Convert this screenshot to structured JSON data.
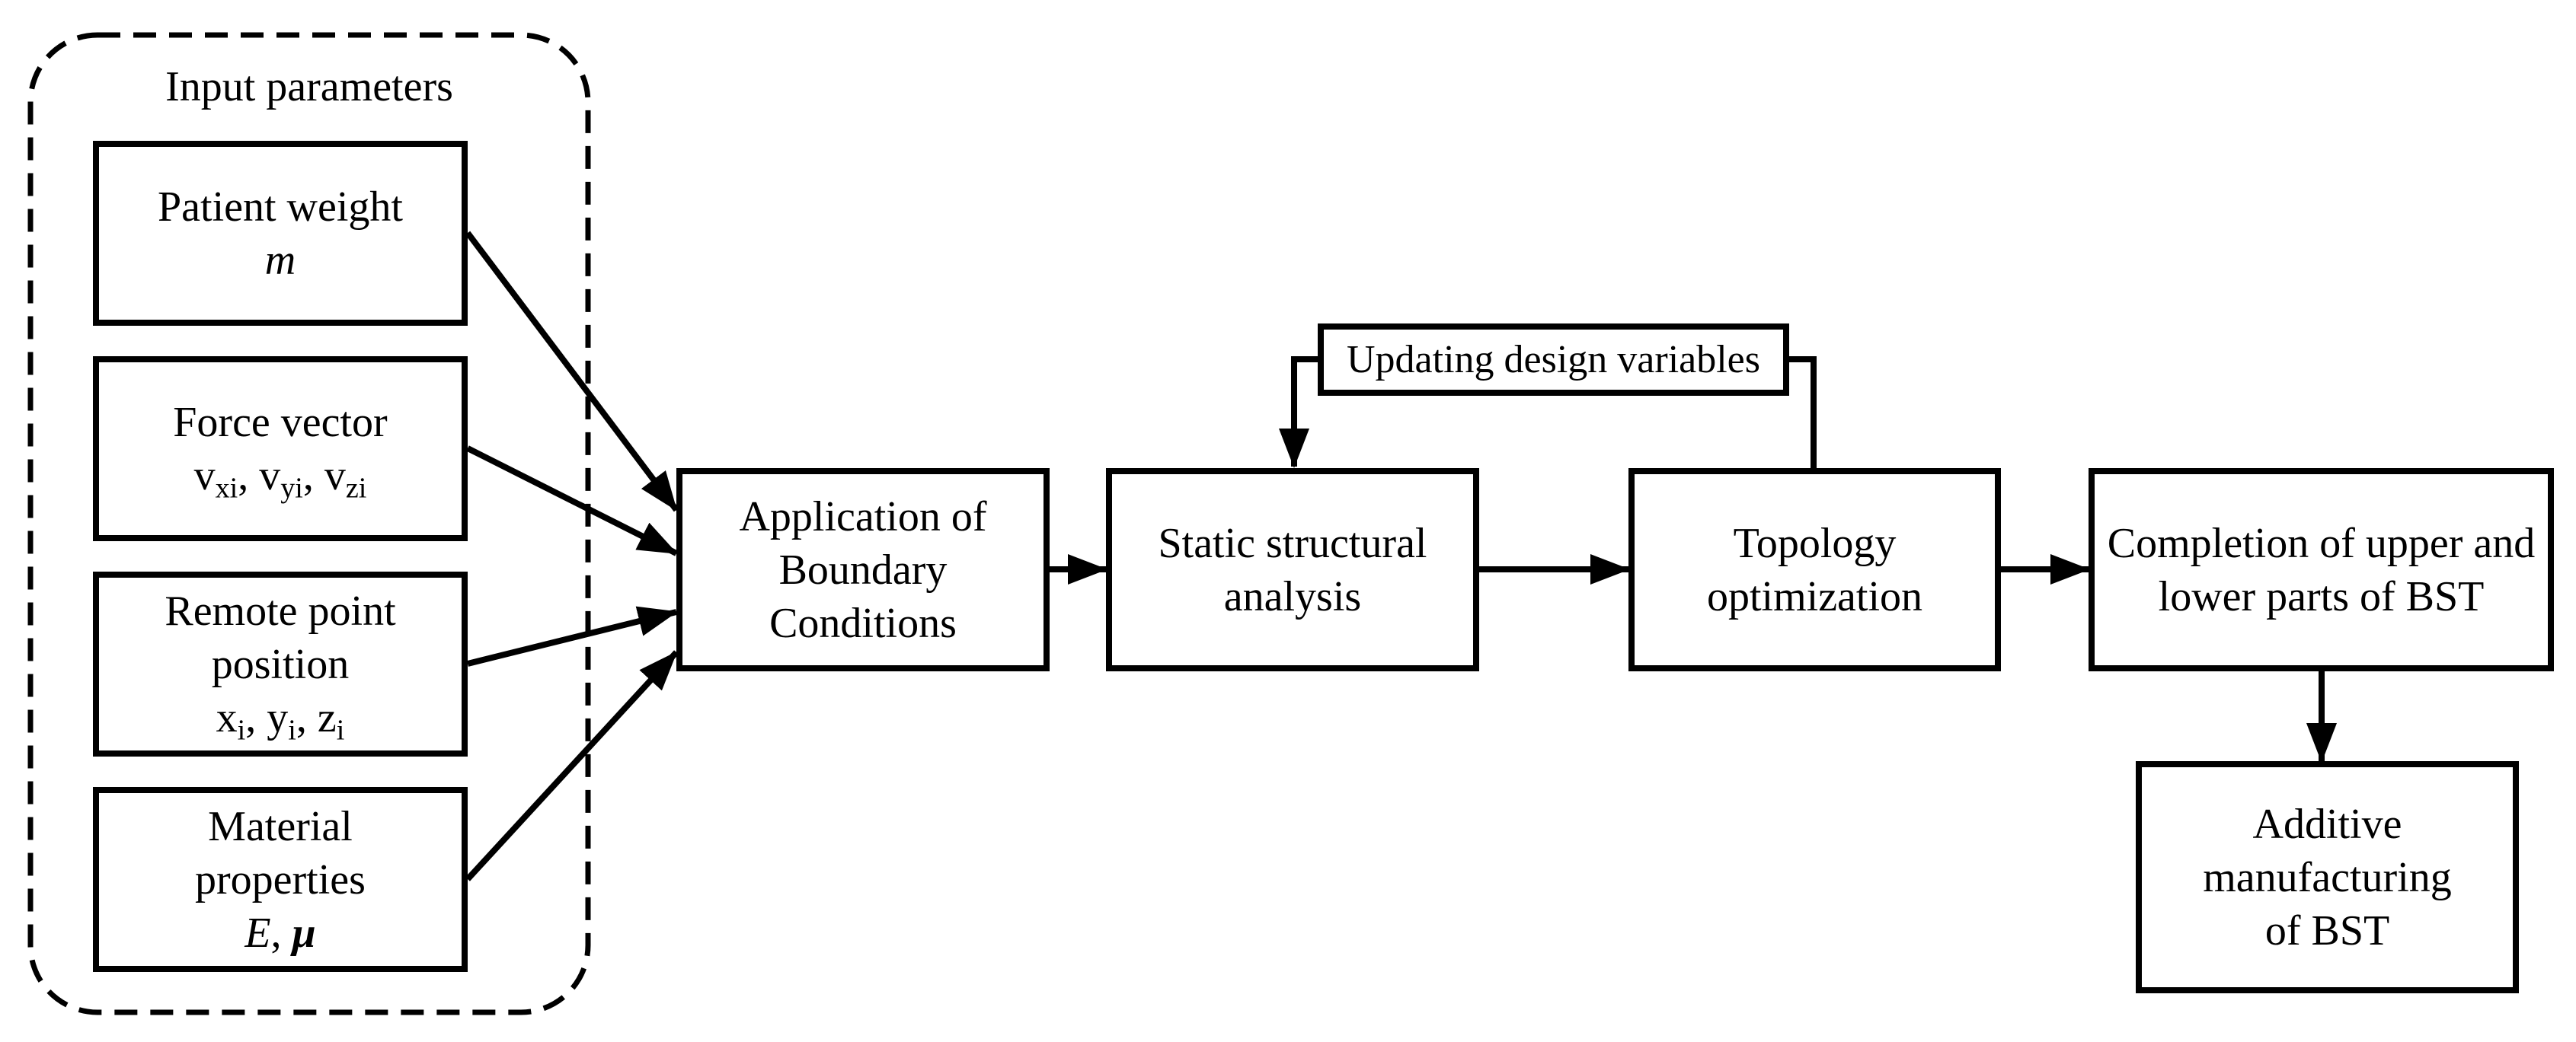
{
  "colors": {
    "ink": "#000000",
    "background": "#ffffff"
  },
  "panel": {
    "title": "Input parameters"
  },
  "inputs": [
    {
      "label_lines": [
        "Patient weight"
      ],
      "formula": [
        {
          "t": "m",
          "i": true
        }
      ]
    },
    {
      "label_lines": [
        "Force vector"
      ],
      "formula": [
        {
          "t": "v",
          "s": "xi"
        },
        {
          "t": ", "
        },
        {
          "t": "v",
          "s": "yi"
        },
        {
          "t": ", "
        },
        {
          "t": "v",
          "s": "zi"
        }
      ]
    },
    {
      "label_lines": [
        "Remote point",
        "position"
      ],
      "formula": [
        {
          "t": "x",
          "s": "i"
        },
        {
          "t": ", "
        },
        {
          "t": "y",
          "s": "i"
        },
        {
          "t": ", "
        },
        {
          "t": "z",
          "s": "i"
        }
      ]
    },
    {
      "label_lines": [
        "Material",
        "properties"
      ],
      "formula": [
        {
          "t": "E",
          "i": true
        },
        {
          "t": ", "
        },
        {
          "t": "μ",
          "i": true,
          "b": true
        }
      ]
    }
  ],
  "process": {
    "application": {
      "lines": [
        "Application of",
        "Boundary",
        "Conditions"
      ]
    },
    "static": {
      "lines": [
        "Static structural",
        "analysis"
      ]
    },
    "updating": {
      "lines": [
        "Updating design variables"
      ]
    },
    "topology": {
      "lines": [
        "Topology",
        "optimization"
      ]
    },
    "completion": {
      "lines": [
        "Completion of upper and",
        "lower parts of BST"
      ]
    },
    "additive": {
      "lines": [
        "Additive",
        "manufacturing",
        "of BST"
      ]
    }
  }
}
